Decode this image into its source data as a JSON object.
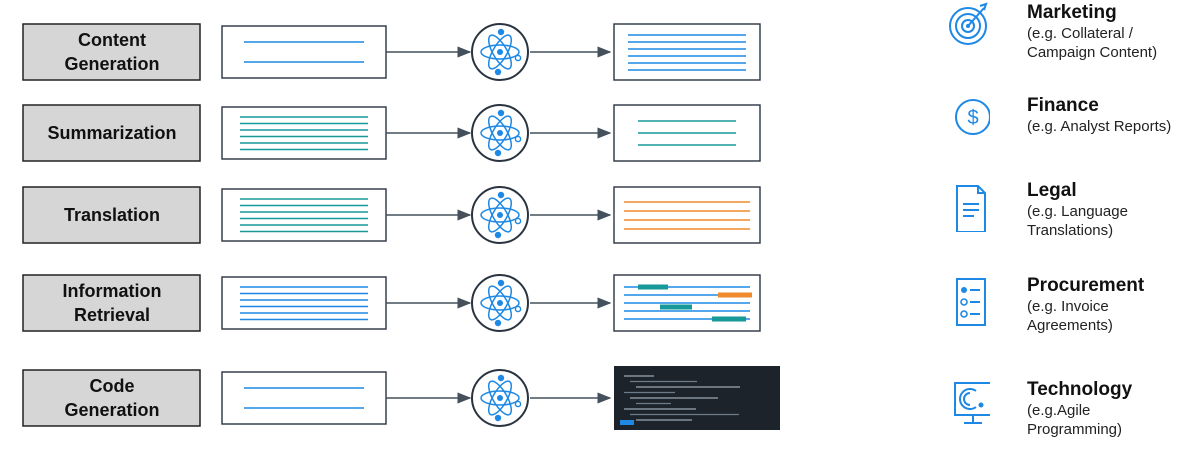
{
  "colors": {
    "accent_blue": "#1e88e5",
    "teal": "#17999a",
    "orange": "#ef8a2d",
    "box_gray": "#d6d6d6",
    "arrow": "#44505b",
    "code_bg": "#1d232b"
  },
  "rows": [
    {
      "label": "Content\nGeneration",
      "input_lines": 2,
      "input_color": "blue",
      "output": "lines-blue"
    },
    {
      "label": "Summarization",
      "input_lines": 6,
      "input_color": "teal",
      "output": "lines-teal"
    },
    {
      "label": "Translation",
      "input_lines": 6,
      "input_color": "teal",
      "output": "lines-orange"
    },
    {
      "label": "Information\nRetrieval",
      "input_lines": 6,
      "input_color": "blue",
      "output": "retrieval"
    },
    {
      "label": "Code\nGeneration",
      "input_lines": 2,
      "input_color": "blue",
      "output": "code"
    }
  ],
  "legend": [
    {
      "icon": "target-icon",
      "title": "Marketing",
      "subtitle": "(e.g. Collateral /\nCampaign Content)"
    },
    {
      "icon": "dollar-icon",
      "title": "Finance",
      "subtitle": "(e.g. Analyst Reports)"
    },
    {
      "icon": "document-icon",
      "title": "Legal",
      "subtitle": "(e.g. Language\nTranslations)"
    },
    {
      "icon": "checklist-icon",
      "title": "Procurement",
      "subtitle": "(e.g. Invoice\nAgreements)"
    },
    {
      "icon": "technology-icon",
      "title": "Technology",
      "subtitle": "(e.g.Agile\nProgramming)"
    }
  ]
}
